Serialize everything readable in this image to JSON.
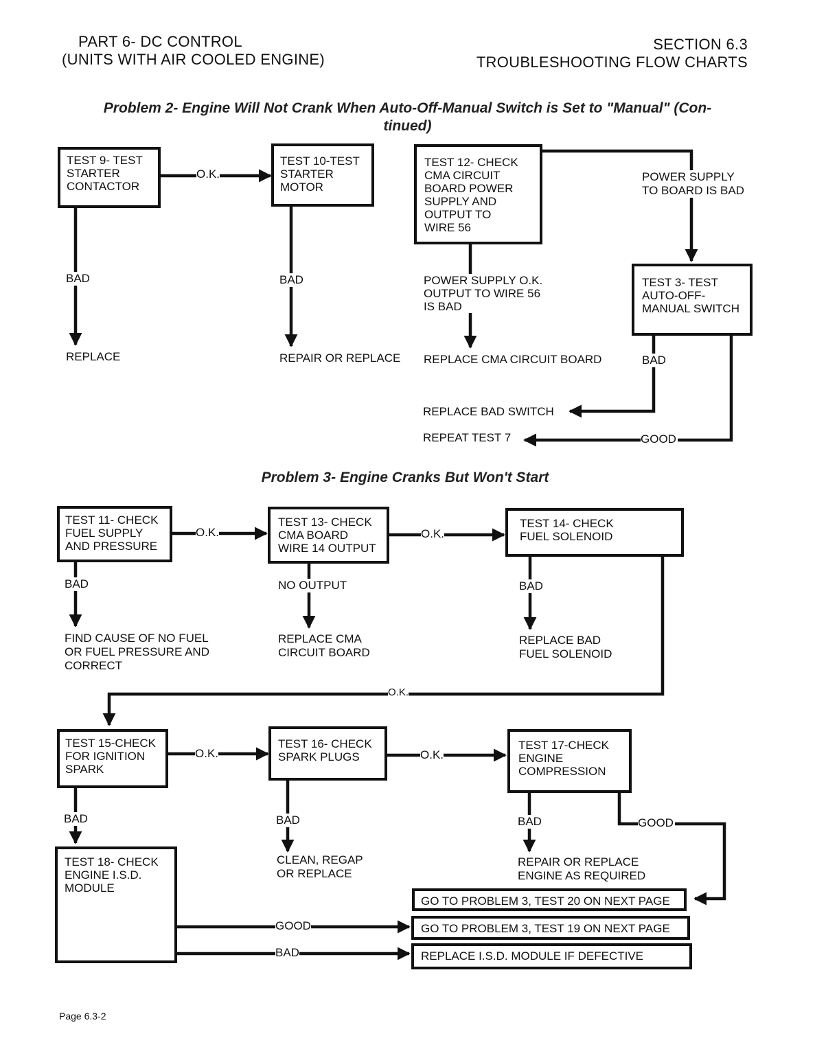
{
  "header": {
    "left_line1": "PART 6- DC CONTROL",
    "left_line2": "(UNITS WITH AIR COOLED ENGINE)",
    "right_line1": "SECTION 6.3",
    "right_line2": "TROUBLESHOOTING FLOW CHARTS"
  },
  "problem2": {
    "title": "Problem 2- Engine Will Not Crank When Auto-Off-Manual Switch is Set to \"Manual\" (Con-\ntinued)",
    "test9": "TEST 9- TEST\nSTARTER\nCONTACTOR",
    "test10": "TEST 10-TEST\nSTARTER\nMOTOR",
    "test12": "TEST 12- CHECK\nCMA CIRCUIT\nBOARD POWER\nSUPPLY AND\nOUTPUT TO\nWIRE 56",
    "test3": "TEST 3- TEST\nAUTO-OFF-\nMANUAL SWITCH",
    "ok_9_10": "O.K.",
    "bad_9": "BAD",
    "bad_10": "BAD",
    "replace_9": "REPLACE",
    "repair_10": "REPAIR OR REPLACE",
    "power_bad": "POWER SUPPLY\nTO BOARD IS BAD",
    "power_ok": "POWER SUPPLY O.K.\nOUTPUT TO WIRE 56\nIS BAD",
    "replace_cma": "REPLACE CMA CIRCUIT BOARD",
    "bad_3": "BAD",
    "replace_switch": "REPLACE BAD SWITCH",
    "repeat_test7": "REPEAT TEST 7",
    "good_3": "GOOD"
  },
  "problem3": {
    "title": "Problem 3- Engine Cranks But Won't Start",
    "test11": "TEST 11- CHECK\nFUEL SUPPLY\nAND PRESSURE",
    "test13": "TEST 13- CHECK\nCMA BOARD\nWIRE 14 OUTPUT",
    "test14": "TEST 14- CHECK\nFUEL SOLENOID",
    "ok_11_13": "O.K.",
    "ok_13_14": "O.K.",
    "bad_11": "BAD",
    "no_output_13": "NO OUTPUT",
    "bad_14": "BAD",
    "find_cause": "FIND CAUSE OF NO FUEL\nOR FUEL PRESSURE AND\nCORRECT",
    "replace_cma": "REPLACE CMA\nCIRCUIT BOARD",
    "replace_solenoid": "REPLACE BAD\nFUEL SOLENOID",
    "ok_14_15": "O.K.",
    "test15": "TEST 15-CHECK\nFOR IGNITION\nSPARK",
    "test16": "TEST 16- CHECK\nSPARK PLUGS",
    "test17": "TEST 17-CHECK\nENGINE\nCOMPRESSION",
    "ok_15_16": "O.K.",
    "ok_16_17": "O.K.",
    "bad_15": "BAD",
    "bad_16": "BAD",
    "bad_17": "BAD",
    "good_17": "GOOD",
    "clean_regap": "CLEAN, REGAP\nOR REPLACE",
    "repair_engine": "REPAIR OR REPLACE\nENGINE AS REQUIRED",
    "test18": "TEST 18- CHECK\nENGINE I.S.D.\nMODULE",
    "good_18": "GOOD",
    "bad_18": "BAD",
    "goto_test20": "GO TO PROBLEM 3, TEST 20 ON NEXT PAGE",
    "goto_test19": "GO TO PROBLEM 3, TEST 19 ON NEXT PAGE",
    "replace_isd": "REPLACE I.S.D. MODULE IF DEFECTIVE"
  },
  "footer": {
    "page": "Page 6.3-2"
  }
}
